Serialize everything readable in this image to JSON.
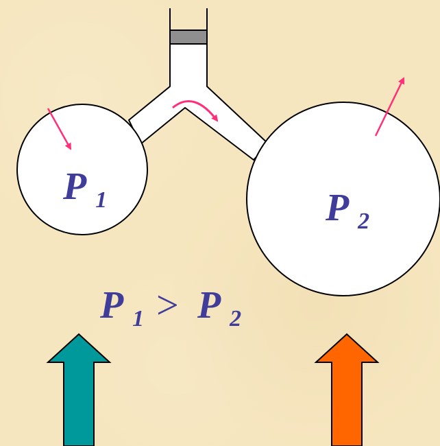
{
  "colors": {
    "background": "#f6e6bf",
    "outline": "#000000",
    "bubble_fill": "#ffffff",
    "piston_fill": "#8f8f8f",
    "formula_text": "#3f3c9a",
    "flow_arrow": "#ff2f7a",
    "left_arrow": "#00999b",
    "right_arrow": "#ff6600"
  },
  "labels": {
    "left_bubble_symbol": "P",
    "left_bubble_subscript": "1",
    "right_bubble_symbol": "P",
    "right_bubble_subscript": "2",
    "formula_left_symbol": "P",
    "formula_left_subscript": "1",
    "formula_operator": ">",
    "formula_right_symbol": "P",
    "formula_right_subscript": "2"
  },
  "icons": {
    "left_pressure_arrow": "inward-arrow-icon",
    "right_pressure_arrow": "outward-arrow-icon",
    "flow_direction": "curved-arrow-icon",
    "left_bottom_arrow": "up-arrow-icon",
    "right_bottom_arrow": "up-arrow-icon"
  }
}
